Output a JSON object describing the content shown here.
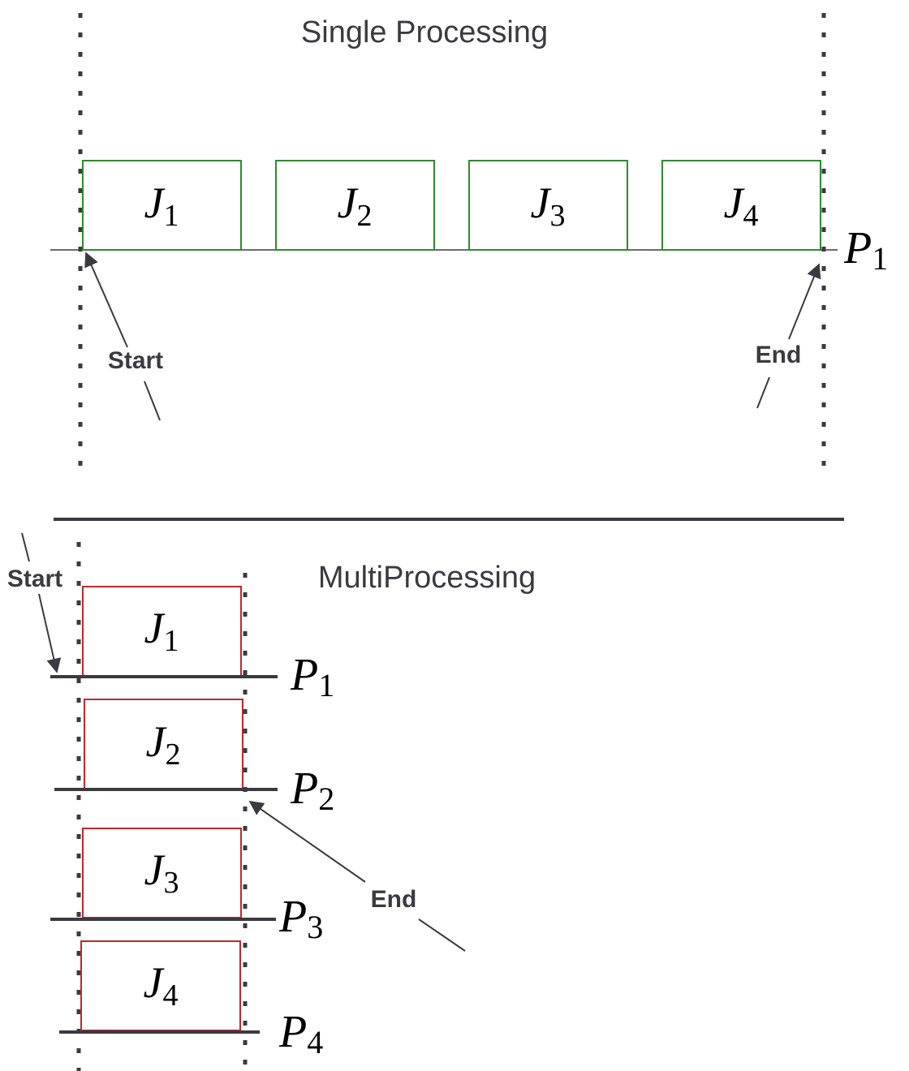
{
  "single": {
    "title": "Single Processing",
    "jobs": [
      {
        "letter": "J",
        "index": "1"
      },
      {
        "letter": "J",
        "index": "2"
      },
      {
        "letter": "J",
        "index": "3"
      },
      {
        "letter": "J",
        "index": "4"
      }
    ],
    "processor": {
      "letter": "P",
      "index": "1"
    },
    "start_label": "Start",
    "end_label": "End",
    "box_color": "#2e8b2e"
  },
  "multi": {
    "title": "MultiProcessing",
    "lanes": [
      {
        "job": {
          "letter": "J",
          "index": "1"
        },
        "processor": {
          "letter": "P",
          "index": "1"
        }
      },
      {
        "job": {
          "letter": "J",
          "index": "2"
        },
        "processor": {
          "letter": "P",
          "index": "2"
        }
      },
      {
        "job": {
          "letter": "J",
          "index": "3"
        },
        "processor": {
          "letter": "P",
          "index": "3"
        }
      },
      {
        "job": {
          "letter": "J",
          "index": "4"
        },
        "processor": {
          "letter": "P",
          "index": "4"
        }
      }
    ],
    "start_label": "Start",
    "end_label": "End",
    "box_color": "#c0272d"
  },
  "colors": {
    "line": "#3a3a40",
    "text": "#3a3a40"
  }
}
